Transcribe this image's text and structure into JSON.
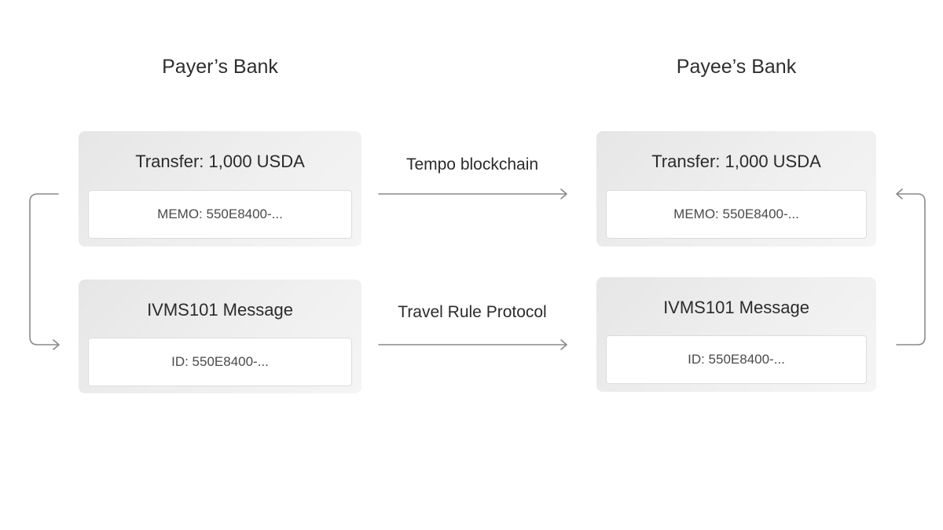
{
  "payer": {
    "title": "Payer’s Bank",
    "transfer_card": {
      "title": "Transfer: 1,000 USDA",
      "memo": "MEMO: 550E8400-..."
    },
    "ivms_card": {
      "title": "IVMS101 Message",
      "id": "ID: 550E8400-..."
    }
  },
  "payee": {
    "title": "Payee’s Bank",
    "transfer_card": {
      "title": "Transfer: 1,000 USDA",
      "memo": "MEMO: 550E8400-..."
    },
    "ivms_card": {
      "title": "IVMS101 Message",
      "id": "ID: 550E8400-..."
    }
  },
  "edges": {
    "blockchain_label": "Tempo blockchain",
    "travel_rule_label": "Travel Rule Protocol"
  },
  "colors": {
    "card_background": "#ececec",
    "inner_box": "#ffffff",
    "connector": "#8a8a8a",
    "text": "#2b2b2b"
  }
}
